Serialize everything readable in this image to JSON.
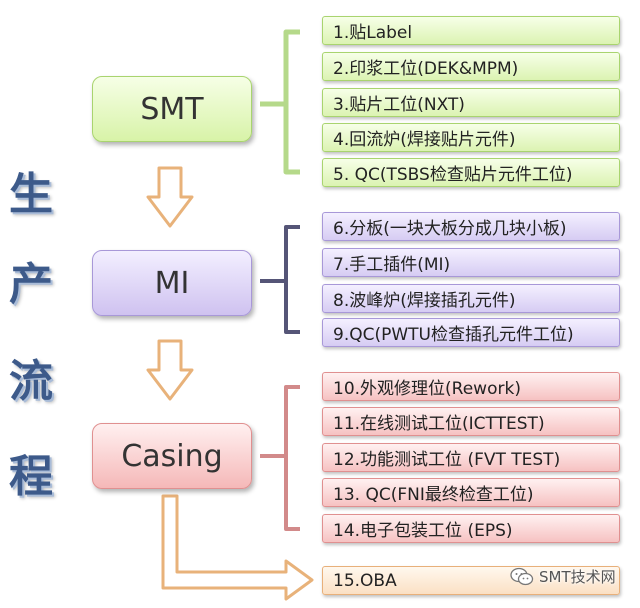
{
  "vertical_title": [
    "生",
    "产",
    "流",
    "程"
  ],
  "stages": [
    {
      "label": "SMT"
    },
    {
      "label": "MI"
    },
    {
      "label": "Casing"
    }
  ],
  "steps": [
    "1.贴Label",
    "2.印浆工位(DEK&MPM)",
    "3.贴片工位(NXT)",
    "4.回流炉(焊接贴片元件)",
    "5. QC(TSBS检查贴片元件工位)",
    "6.分板(一块大板分成几块小板)",
    "7.手工插件(MI)",
    "8.波峰炉(焊接插孔元件)",
    "9.QC(PWTU检查插孔元件工位)",
    "10.外观修理位(Rework)",
    "11.在线测试工位(ICTTEST)",
    "12.功能测试工位 (FVT TEST)",
    "13. QC(FNI最终检查工位)",
    "14.电子包装工位 (EPS)",
    "15.OBA"
  ],
  "watermark": {
    "text": "SMT技术网",
    "icon": "wechat-icon"
  },
  "colors": {
    "title": "#3d5a8a",
    "smt_bracket": "#b5d98a",
    "mi_bracket": "#555577",
    "casing_bracket": "#d28a8a",
    "arrow_outline": "#e8b27a"
  }
}
